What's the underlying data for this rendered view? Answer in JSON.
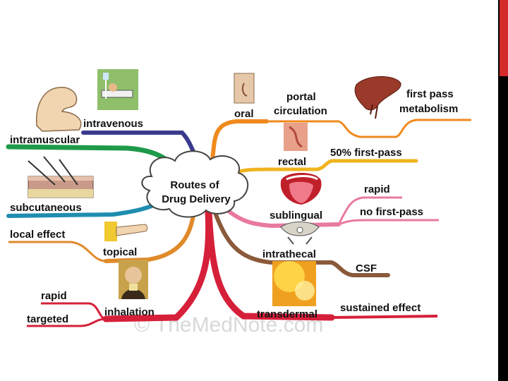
{
  "center": {
    "line1": "Routes of",
    "line2": "Drug Delivery"
  },
  "routes": {
    "intravenous": "intravenous",
    "intramuscular": "intramuscular",
    "subcutaneous": "subcutaneous",
    "topical": "topical",
    "inhalation": "inhalation",
    "oral": "oral",
    "rectal": "rectal",
    "sublingual": "sublingual",
    "intrathecal": "intrathecal",
    "transdermal": "transdermal"
  },
  "details": {
    "portal_1": "portal",
    "portal_2": "circulation",
    "liver": "liver",
    "first_pass_1": "first pass",
    "first_pass_2": "metabolism",
    "fifty_first_pass": "50% first-pass",
    "rapid_sublingual": "rapid",
    "no_first_pass": "no first-pass",
    "csf": "CSF",
    "sustained": "sustained effect",
    "local_effect": "local effect",
    "rapid_inhalation": "rapid",
    "targeted": "targeted"
  },
  "watermark": "© TheMedNote.com",
  "icons": [
    "iv-patient-icon",
    "arm-muscle-icon",
    "skin-injection-icon",
    "hand-icon",
    "inhaler-woman-icon",
    "mouth-icon",
    "liver-icon",
    "rectum-icon",
    "tongue-icon",
    "vertebra-icon",
    "skin-patch-icon"
  ],
  "colors": {
    "intravenous": "#3a3a8c",
    "intramuscular": "#1f9a4a",
    "subcutaneous": "#1f8db0",
    "topical": "#e08a2a",
    "inhalation": "#d6203a",
    "oral": "#f08a1e",
    "rectal": "#f0b31e",
    "sublingual": "#e87aa0",
    "intrathecal": "#8a5a3a",
    "transdermal": "#d6203a"
  }
}
